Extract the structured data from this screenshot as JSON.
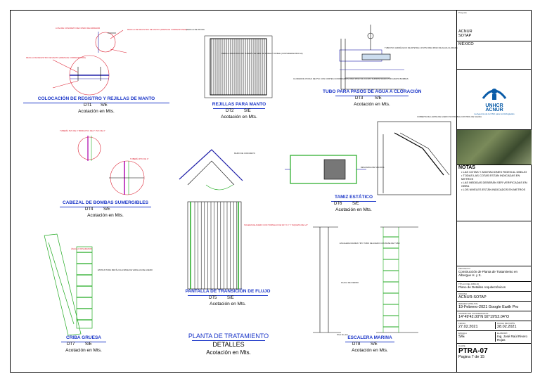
{
  "details": [
    {
      "title": "COLOCACIÓN DE REGISTRO Y REJILLAS DE MANTO",
      "code": "DT1",
      "scale": "S/E",
      "note": "Acotación en Mts."
    },
    {
      "title": "REJILLAS PARA MANTO",
      "code": "DT2",
      "scale": "S/E",
      "note": "Acotación en Mts."
    },
    {
      "title": "TUBO PARA PASOS DE AGUA A CLORACIÓN",
      "code": "DT3",
      "scale": "S/E",
      "note": "Acotación en Mts."
    },
    {
      "title": "CABEZAL DE BOMBAS SUMERGIBLES",
      "code": "DT4",
      "scale": "S/E",
      "note": "Acotación en Mts."
    },
    {
      "title": "PANTALLA DE TRANSICIÓN DE FLUJO",
      "code": "DT5",
      "scale": "S/E",
      "note": "Acotación en Mts."
    },
    {
      "title": "TAMIZ ESTÁTICO",
      "code": "DT6",
      "scale": "S/E",
      "note": "Acotación en Mts."
    },
    {
      "title": "CRIBA GRUESA",
      "code": "DT7",
      "scale": "S/E",
      "note": "Acotación en Mts."
    },
    {
      "title": "ESCALERA MARINA",
      "code": "DT8",
      "scale": "S/E",
      "note": "Acotación en Mts."
    }
  ],
  "sheet_title": {
    "line1": "PLANTA DE TRATAMIENTO",
    "line2": "DETALLES",
    "line3": "Acotación en Mts."
  },
  "notes_small": {
    "dt1_a": "LOSA DE CONCRETO DE FONDO DE ESPESOR",
    "dt1_b": "REJILLA DE REGISTRO DE MANTO (DRENAJE CORRESPONDE)",
    "dt1_c": "REJILLA DE REGISTRO DE MANTO (DRENAJE CORRESPONDE)",
    "dt2_a": "REJILLA PARA PASO DE TUBERÍA DE AIRE DE DOBLE Y DOBLE (CONSIDERAR BOLSA)",
    "dt2_b": "REJILLA DE IRVING",
    "dt3_a": "TUBO PVC HIDRÁULICO DE 38\"Ø DE 2.0 MTS PARA PASO DE AGUA CLORADA",
    "dt3_b": "CLORADOR, POOLS DE PVC CON CORTES CONSTRUIDOS PARA PASO DE CLORO SUMINISTRADO POR GRUPO BOMBAS",
    "dt4_a": "TUBERÍA PVC DE 4\" BRIDA PVC DE 4\" PVC DE 4\"",
    "dt4_b": "TUBERÍA PVC DE 4\"",
    "dt5_a": "MURO DE CONCRETO",
    "dt5_b": "SOLERA DE ACERO CON TORNILLO DE 3/4\" X 4\" Y TAQUETE DE 1/2\"",
    "dt6_a": "CUBIERTA DE LAMINA DE ACERO INOXIDABLE CONTROL DE SALIDA",
    "dt6_b": "DESCARGA DE SÓLIDOS",
    "dt7_a": "ÁNGULO PASAMANOS",
    "dt7_b": "ESTRUCTURA METÁLICA A BASE DE VARILLAS DE ACERO",
    "dt8_a": "ESCALERA MARINA TIPO TUBO DE ACERO CON BASE DE TUBO",
    "dt8_b": "PLACA DE FIERRO",
    "dt8_c": "Nivel de piso"
  },
  "title_block": {
    "client_label": "Proyecto",
    "client_1": "ACNUR",
    "client_2": "SOTAP",
    "client_3": "MÉXICO",
    "logo_1": "UNHCR",
    "logo_2": "ACNUR",
    "logo_tagline": "La Agencia de la ONU para los Refugiados",
    "notes_title": "NOTAS",
    "notes": [
      "LAS COTAS Y ANOTACIONES RIGEN AL DIBUJO",
      "TODAS LAS COTAS ESTÁN INDICADAS EN METROS",
      "LAS MEDIDAS DEBERÁN SER VERIFICADAS EN OBRA",
      "LOS NIVELES ESTÁN INDICADOS EN METROS"
    ],
    "project_label": "PROYECTO",
    "project": "Construcción de Planta de Tratamiento en Albergue H. y S.",
    "drawing_label": "TÍTULO DEL DIBUJO",
    "drawing": "Plano de Detalles Arquitectónicos",
    "office_label": "OFICINA",
    "office": "ACNUR-SOTAP",
    "image_label": "IMAGEN SATELITAL",
    "image": "19-Febrero-2021 Google Earth Pro",
    "coords_label": "SISTEMA DE COORDENADAS",
    "coords": "14°49'42.00\"N 92°19'52.04\"O",
    "date_label": "FECHA",
    "date1": "27.02.2021",
    "date2_label": "FECHA REVISIÓN",
    "date2": "28.02.2021",
    "scale_label": "ESCALA",
    "scale": "S/E",
    "author_label": "ELABORÓ",
    "author": "Ing. José Raúl Rivero Rojas",
    "sheet_label": "CLAVE",
    "sheet": "PTRA-07",
    "page": "Pagina 7 de 15"
  }
}
